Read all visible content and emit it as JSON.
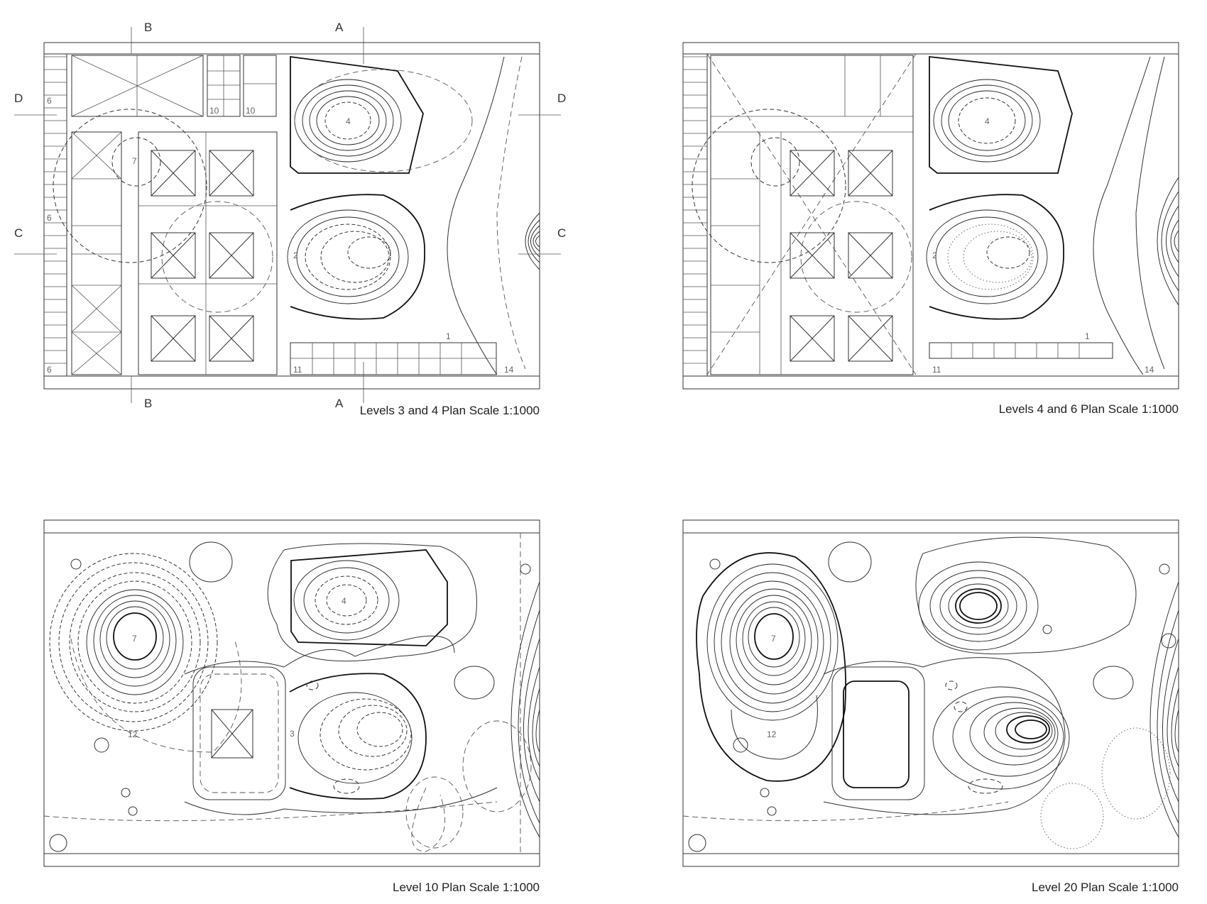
{
  "plans": [
    {
      "caption": "Levels  3 and 4 Plan Scale 1:1000",
      "section_markers": [
        "A",
        "A",
        "B",
        "B",
        "C",
        "C",
        "D",
        "D"
      ],
      "room_numbers": [
        "1",
        "2",
        "4",
        "6",
        "6",
        "6",
        "7",
        "10",
        "10",
        "11",
        "14"
      ]
    },
    {
      "caption": "Levels 4 and 6 Plan Scale 1:1000",
      "room_numbers": [
        "1",
        "2",
        "4",
        "11",
        "14"
      ]
    },
    {
      "caption": "Level 10 Plan Scale 1:1000",
      "room_numbers": [
        "3",
        "4",
        "7",
        "12"
      ]
    },
    {
      "caption": "Level 20 Plan Scale 1:1000",
      "room_numbers": [
        "7",
        "12"
      ]
    }
  ]
}
